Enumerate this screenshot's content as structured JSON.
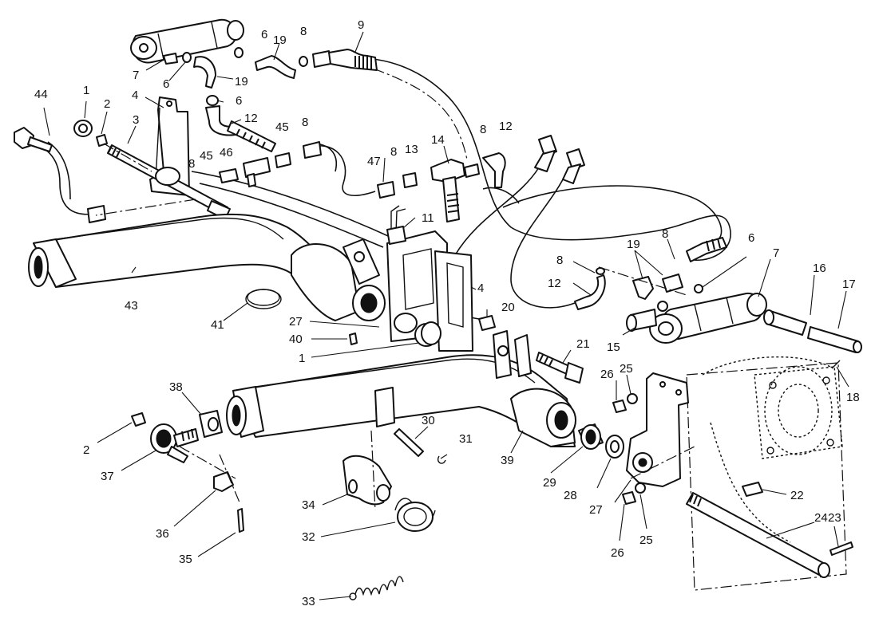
{
  "diagram": {
    "callouts": [
      {
        "id": "c44a",
        "text": "44"
      },
      {
        "id": "c1a",
        "text": "1"
      },
      {
        "id": "c2a",
        "text": "2"
      },
      {
        "id": "c3a",
        "text": "3"
      },
      {
        "id": "c4a",
        "text": "4"
      },
      {
        "id": "c7a",
        "text": "7"
      },
      {
        "id": "c6a",
        "text": "6"
      },
      {
        "id": "c6b",
        "text": "6"
      },
      {
        "id": "c19a",
        "text": "19"
      },
      {
        "id": "c8a",
        "text": "8"
      },
      {
        "id": "c9a",
        "text": "9"
      },
      {
        "id": "c19b",
        "text": "19"
      },
      {
        "id": "c6c",
        "text": "6"
      },
      {
        "id": "c12a",
        "text": "12"
      },
      {
        "id": "c45a",
        "text": "45"
      },
      {
        "id": "c8b",
        "text": "8"
      },
      {
        "id": "c8c",
        "text": "8"
      },
      {
        "id": "c45b",
        "text": "45"
      },
      {
        "id": "c46",
        "text": "46"
      },
      {
        "id": "c47",
        "text": "47"
      },
      {
        "id": "c8d",
        "text": "8"
      },
      {
        "id": "c13",
        "text": "13"
      },
      {
        "id": "c14",
        "text": "14"
      },
      {
        "id": "c8e",
        "text": "8"
      },
      {
        "id": "c12b",
        "text": "12"
      },
      {
        "id": "c11",
        "text": "11"
      },
      {
        "id": "c43",
        "text": "43"
      },
      {
        "id": "c41",
        "text": "41"
      },
      {
        "id": "c27a",
        "text": "27"
      },
      {
        "id": "c40",
        "text": "40"
      },
      {
        "id": "c1b",
        "text": "1"
      },
      {
        "id": "c4b",
        "text": "4"
      },
      {
        "id": "c20",
        "text": "20"
      },
      {
        "id": "c21",
        "text": "21"
      },
      {
        "id": "c8f",
        "text": "8"
      },
      {
        "id": "c12c",
        "text": "12"
      },
      {
        "id": "c19c",
        "text": "19"
      },
      {
        "id": "c8g",
        "text": "8"
      },
      {
        "id": "c6d",
        "text": "6"
      },
      {
        "id": "c7b",
        "text": "7"
      },
      {
        "id": "c16",
        "text": "16"
      },
      {
        "id": "c17",
        "text": "17"
      },
      {
        "id": "c15",
        "text": "15"
      },
      {
        "id": "c18",
        "text": "18"
      },
      {
        "id": "c26a",
        "text": "26"
      },
      {
        "id": "c25a",
        "text": "25"
      },
      {
        "id": "c38",
        "text": "38"
      },
      {
        "id": "c2b",
        "text": "2"
      },
      {
        "id": "c37",
        "text": "37"
      },
      {
        "id": "c30",
        "text": "30"
      },
      {
        "id": "c31",
        "text": "31"
      },
      {
        "id": "c39",
        "text": "39"
      },
      {
        "id": "c29",
        "text": "29"
      },
      {
        "id": "c28",
        "text": "28"
      },
      {
        "id": "c27b",
        "text": "27"
      },
      {
        "id": "c22",
        "text": "22"
      },
      {
        "id": "c34",
        "text": "34"
      },
      {
        "id": "c36",
        "text": "36"
      },
      {
        "id": "c32",
        "text": "32"
      },
      {
        "id": "c24",
        "text": "24"
      },
      {
        "id": "c23",
        "text": "23"
      },
      {
        "id": "c26b",
        "text": "26"
      },
      {
        "id": "c25b",
        "text": "25"
      },
      {
        "id": "c35",
        "text": "35"
      },
      {
        "id": "c33",
        "text": "33"
      }
    ]
  }
}
